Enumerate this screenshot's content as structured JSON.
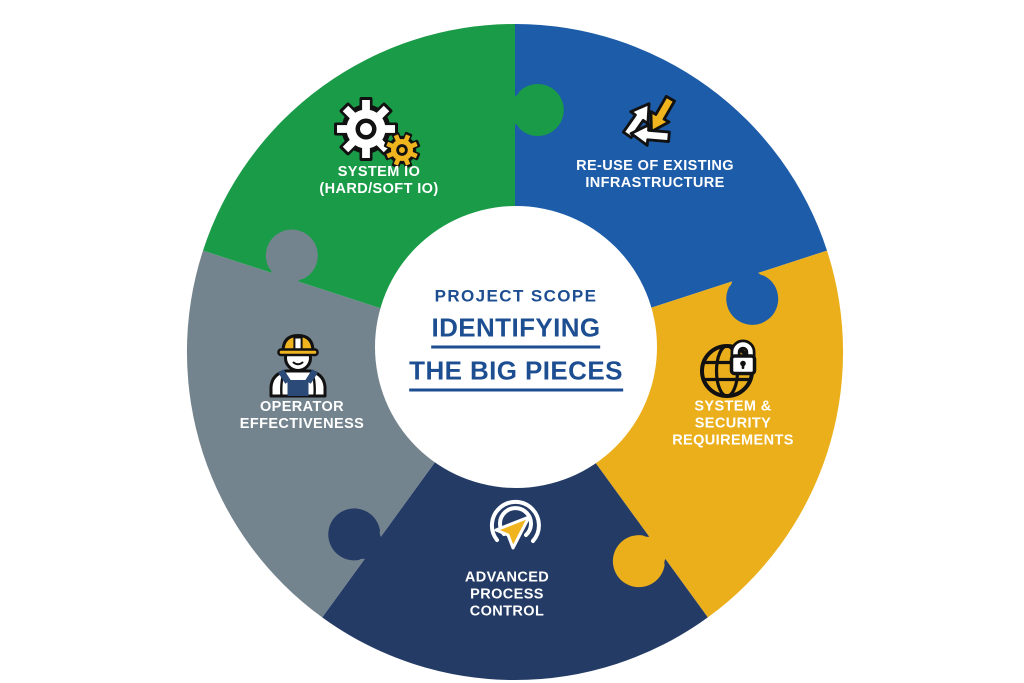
{
  "center": {
    "eyebrow": "PROJECT SCOPE",
    "title_line1": "IDENTIFYING",
    "title_line2": "THE BIG PIECES",
    "text_color": "#1D4E91"
  },
  "pieces": [
    {
      "id": "reuse-of-existing-infrastructure",
      "label": "RE-USE OF EXISTING\nINFRASTRUCTURE",
      "color": "#1D5CA9",
      "icon": "recycle-arrows-icon"
    },
    {
      "id": "system-and-security-requirements",
      "label": "SYSTEM &\nSECURITY\nREQUIREMENTS",
      "color": "#EBAF1C",
      "icon": "globe-lock-icon"
    },
    {
      "id": "advanced-process-control",
      "label": "ADVANCED\nPROCESS\nCONTROL",
      "color": "#243B66",
      "icon": "cursor-click-icon"
    },
    {
      "id": "operator-effectiveness",
      "label": "OPERATOR\nEFFECTIVENESS",
      "color": "#74848E",
      "icon": "worker-hardhat-icon"
    },
    {
      "id": "system-io",
      "label": "SYSTEM IO\n(HARD/SOFT IO)",
      "color": "#1A9B48",
      "icon": "gears-icon"
    }
  ],
  "palette": {
    "icon_accent_yellow": "#F0B41E",
    "overalls_navy": "#2B4A77",
    "icon_outline_black": "#111111",
    "icon_white": "#FFFFFF",
    "background": "#FFFFFF",
    "label_text": "#FFFFFF"
  }
}
